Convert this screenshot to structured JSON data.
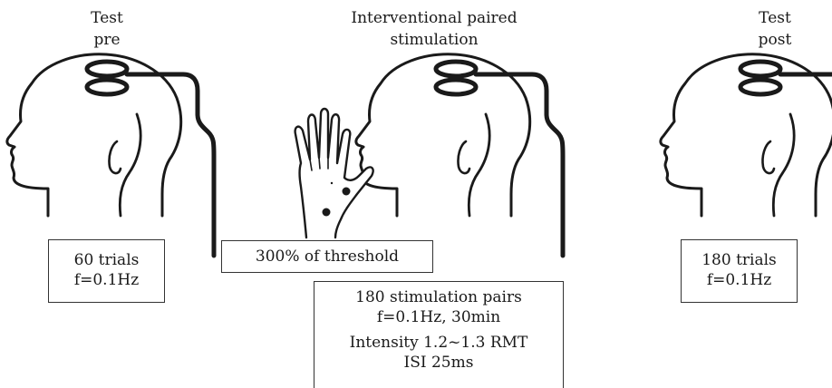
{
  "phases": {
    "pre": {
      "title_line1": "Test",
      "title_line2": "pre",
      "box_line1": "60 trials",
      "box_line2": "f=0.1Hz"
    },
    "intervention": {
      "title_line1": "Interventional paired",
      "title_line2": "stimulation",
      "threshold_box": "300% of threshold",
      "details": {
        "line1": "180 stimulation pairs",
        "line2": "f=0.1Hz, 30min",
        "line3": "Intensity 1.2~1.3 RMT",
        "line4": "ISI 25ms"
      }
    },
    "post": {
      "title_line1": "Test",
      "title_line2": "post",
      "box_line1": "180 trials",
      "box_line2": "f=0.1Hz"
    }
  },
  "colors": {
    "ink": "#1a1a1a",
    "box_border": "#333333"
  }
}
